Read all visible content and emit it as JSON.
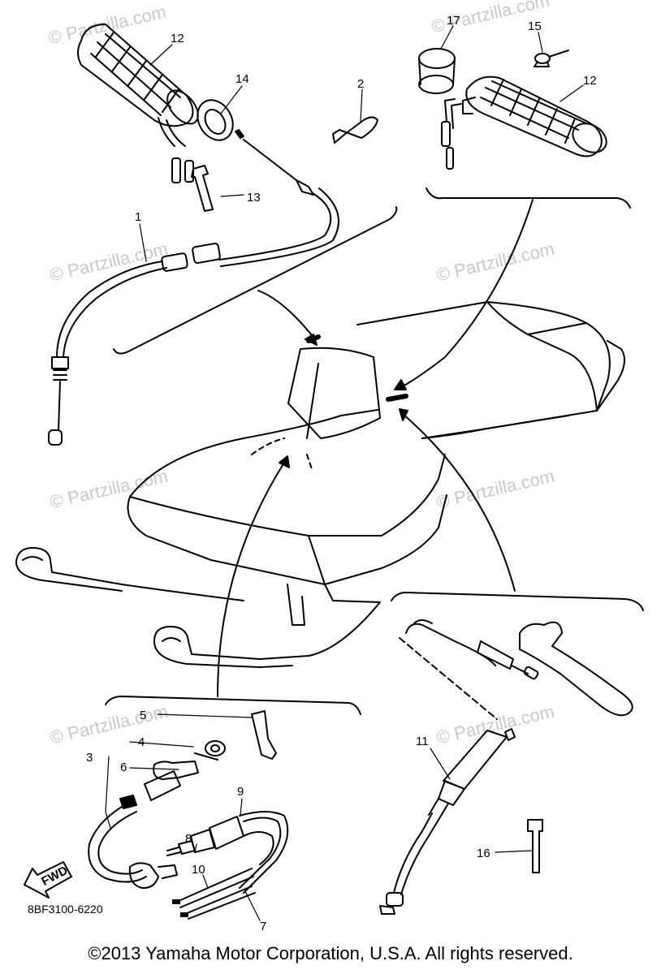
{
  "watermark": "© Partzilla.com",
  "diagram_code": "8BF3100-6220",
  "copyright": "©2013 Yamaha Motor Corporation, U.S.A. All rights reserved.",
  "fwd_label": "FWD",
  "callouts": {
    "p1": "1",
    "p2": "2",
    "p3": "3",
    "p4": "4",
    "p5": "5",
    "p6": "6",
    "p7": "7",
    "p8": "8",
    "p9": "9",
    "p10": "10",
    "p11": "11",
    "p12a": "12",
    "p12b": "12",
    "p13": "13",
    "p14": "14",
    "p15": "15",
    "p16": "16",
    "p17": "17"
  }
}
